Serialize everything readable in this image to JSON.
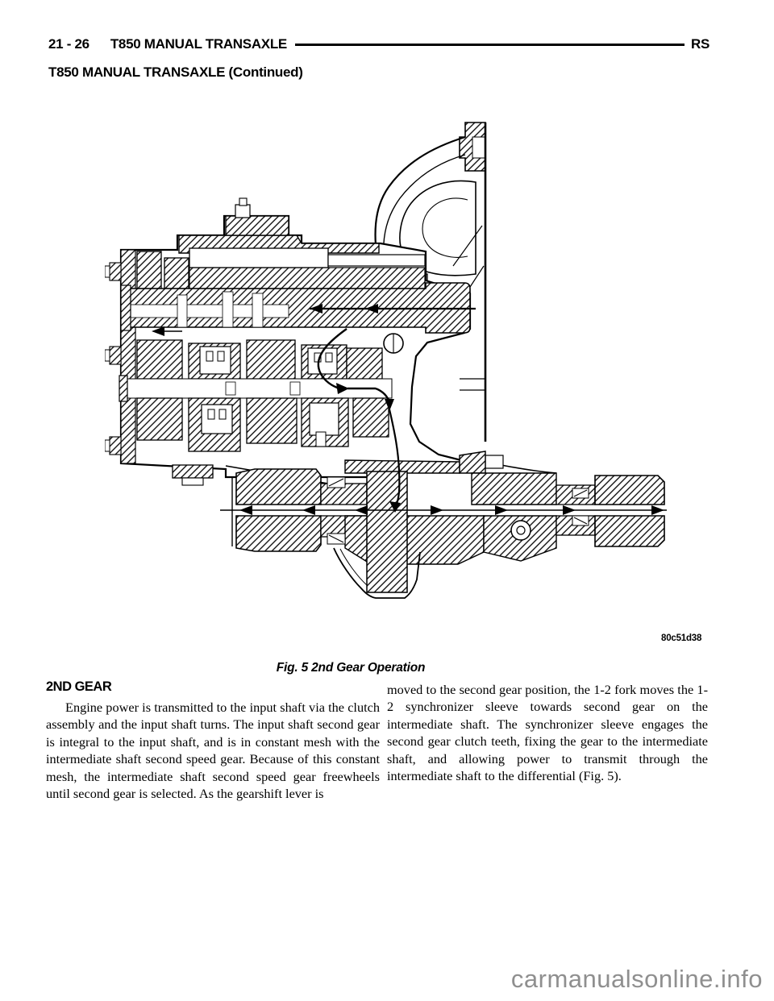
{
  "header": {
    "page_number": "21 - 26",
    "section_title": "T850 MANUAL TRANSAXLE",
    "manual_code": "RS",
    "continued_title": "T850 MANUAL TRANSAXLE (Continued)"
  },
  "figure": {
    "image_id": "80c51d38",
    "caption": "Fig. 5 2nd Gear Operation"
  },
  "content": {
    "heading": "2ND GEAR",
    "left_column_paragraph": "Engine power is transmitted to the input shaft via the clutch assembly and the input shaft turns. The input shaft second gear is integral to the input shaft, and is in constant mesh with the intermediate shaft second speed gear. Because of this constant mesh, the intermediate shaft second speed gear freewheels until second gear is selected. As the gearshift lever is",
    "right_column_paragraph": "moved to the second gear position, the 1-2 fork moves the 1-2 synchronizer sleeve towards second gear on the intermediate shaft. The synchronizer sleeve engages the second gear clutch teeth, fixing the gear to the intermediate shaft, and allowing power to transmit through the intermediate shaft to the differential (Fig. 5)."
  },
  "watermark": "carmanualsonline.info"
}
